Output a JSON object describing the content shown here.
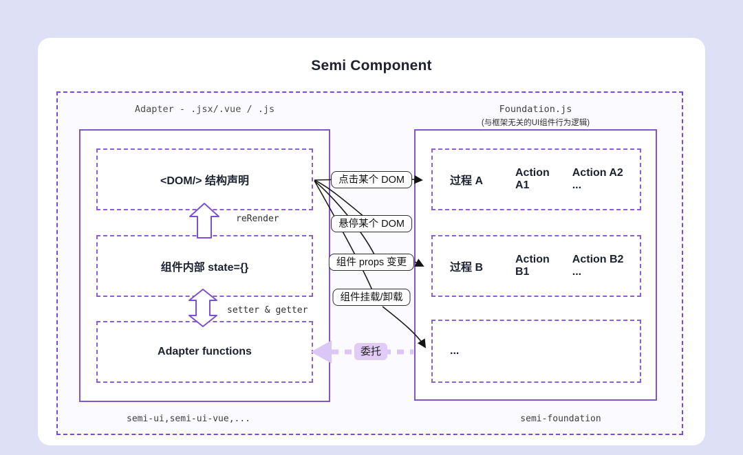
{
  "title": "Semi Component",
  "adapter": {
    "header": "Adapter - .jsx/.vue / .js",
    "dom_box": "<DOM/> 结构声明",
    "state_box": "组件内部 state={}",
    "functions_box": "Adapter functions",
    "rerender_label": "reRender",
    "setter_getter_label": "setter & getter",
    "footer": "semi-ui,semi-ui-vue,..."
  },
  "foundation": {
    "header": "Foundation.js",
    "subheader": "(与框架无关的UI组件行为逻辑)",
    "process_rows": [
      {
        "name": "过程 A",
        "action1": "Action A1",
        "action2": "Action A2 ..."
      },
      {
        "name": "过程 B",
        "action1": "Action B1",
        "action2": "Action B2 ..."
      }
    ],
    "more_row": "...",
    "footer": "semi-foundation"
  },
  "events": {
    "click_dom": "点击某个 DOM",
    "hover_dom": "悬停某个 DOM",
    "props_change": "组件 props 变更",
    "mount_unmount": "组件挂载/卸载"
  },
  "delegate": {
    "label": "委托"
  },
  "colors": {
    "page_bg": "#dee1f6",
    "card_bg": "#ffffff",
    "purple_solid_border": "#8055c8",
    "purple_dashed_border": "#8a5fd6",
    "outer_dashed_border": "#7a49d6",
    "block_arrow_stroke": "#7c4fd0",
    "delegate_fill": "#dbc7f5",
    "delegate_pill_bg": "#e0ccf6",
    "connector_black": "#1b1b1b",
    "title_color": "#1e222e"
  }
}
